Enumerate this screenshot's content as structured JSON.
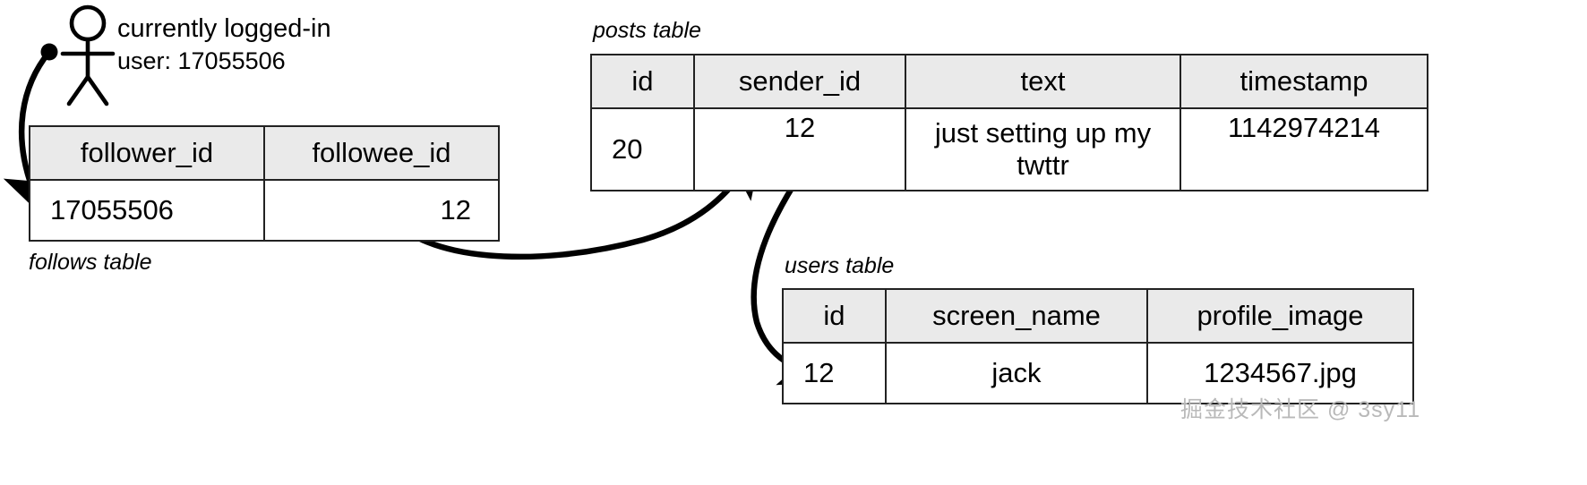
{
  "actor": {
    "icon": "person-stick-figure-icon",
    "note_line1": "currently logged-in",
    "note_line2": "user: 17055506"
  },
  "tables": [
    {
      "key": "follows",
      "caption": "follows table",
      "columns": [
        "follower_id",
        "followee_id"
      ],
      "rows": [
        [
          "17055506",
          "12"
        ]
      ]
    },
    {
      "key": "posts",
      "caption": "posts table",
      "columns": [
        "id",
        "sender_id",
        "text",
        "timestamp"
      ],
      "rows": [
        [
          "20",
          "12",
          "just setting up my twttr",
          "1142974214"
        ]
      ]
    },
    {
      "key": "users",
      "caption": "users table",
      "columns": [
        "id",
        "screen_name",
        "profile_image"
      ],
      "rows": [
        [
          "12",
          "jack",
          "1234567.jpg"
        ]
      ]
    }
  ],
  "connectors": [
    {
      "name": "actor-to-follower-id",
      "from": "currently logged-in user",
      "to": "follows.follower_id = 17055506"
    },
    {
      "name": "followee-id-to-sender-id",
      "from": "follows.followee_id = 12",
      "to": "posts.sender_id = 12"
    },
    {
      "name": "sender-id-to-users-id",
      "from": "posts.sender_id = 12",
      "to": "users.id = 12"
    }
  ],
  "watermark": {
    "text": "掘金技术社区 @ 3sy11"
  },
  "colors": {
    "header_fill": "#eaeaea",
    "border": "#222222",
    "ink": "#000000",
    "watermark": "#b9b9b9",
    "background": "#ffffff"
  }
}
